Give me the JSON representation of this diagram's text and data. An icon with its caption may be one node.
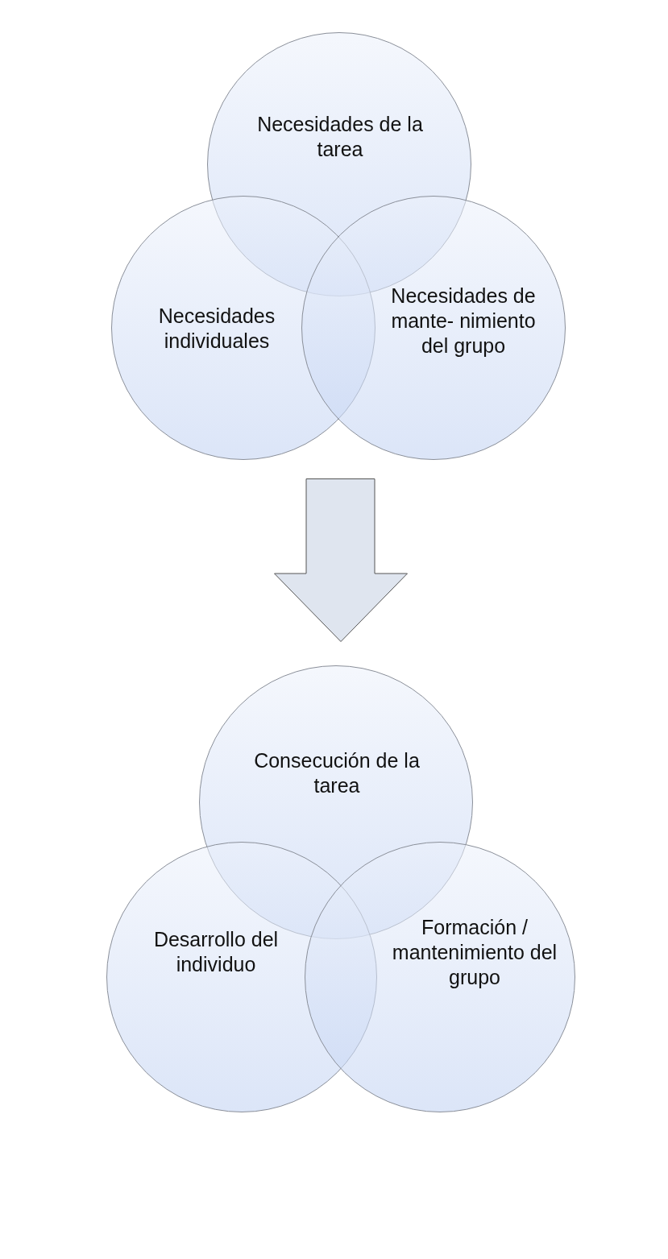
{
  "diagram": {
    "nodes": [
      {
        "text": [
          "Necesidades de la tarea"
        ]
      },
      {
        "text": [
          "Necesidades individuales"
        ]
      },
      {
        "text": [
          "Necesidades de mante- nimiento del grupo"
        ]
      },
      {
        "text": [],
        "shape": "arrow"
      },
      {
        "text": [
          "Consecución de la tarea"
        ]
      },
      {
        "text": [
          "Desarrollo del individuo"
        ]
      },
      {
        "text": [
          "Formación / mantenimiento del grupo"
        ]
      }
    ],
    "edges": []
  }
}
